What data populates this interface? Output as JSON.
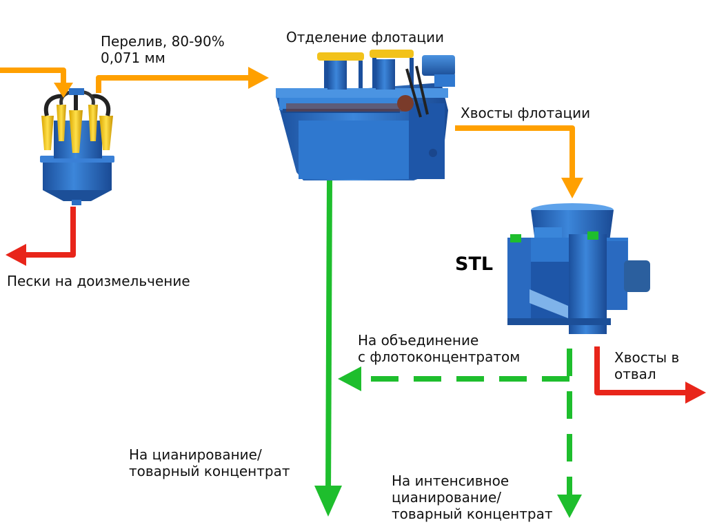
{
  "labels": {
    "overflow_line1": "Перелив, 80-90%",
    "overflow_line2": "0,071 мм",
    "flotation_section": "Отделение флотации",
    "flotation_tails": "Хвосты флотации",
    "sands_regrind": "Пески на доизмельчение",
    "stl": "STL",
    "merge_line1": "На объединение",
    "merge_line2": "с флотоконцентратом",
    "tails_dump_line1": "Хвосты в",
    "tails_dump_line2": "отвал",
    "cyanidation_line1": "На цианирование/",
    "cyanidation_line2": "товарный концентрат",
    "intensive_line1": "На интенсивное",
    "intensive_line2": "цианирование/",
    "intensive_line3": "товарный концентрат"
  },
  "colors": {
    "orange": "#FFA000",
    "red": "#E8251A",
    "green": "#1EBE2D",
    "equipment_blue": "#2B6FC4",
    "hydrocyclone_yellow": "#F2C21B"
  }
}
